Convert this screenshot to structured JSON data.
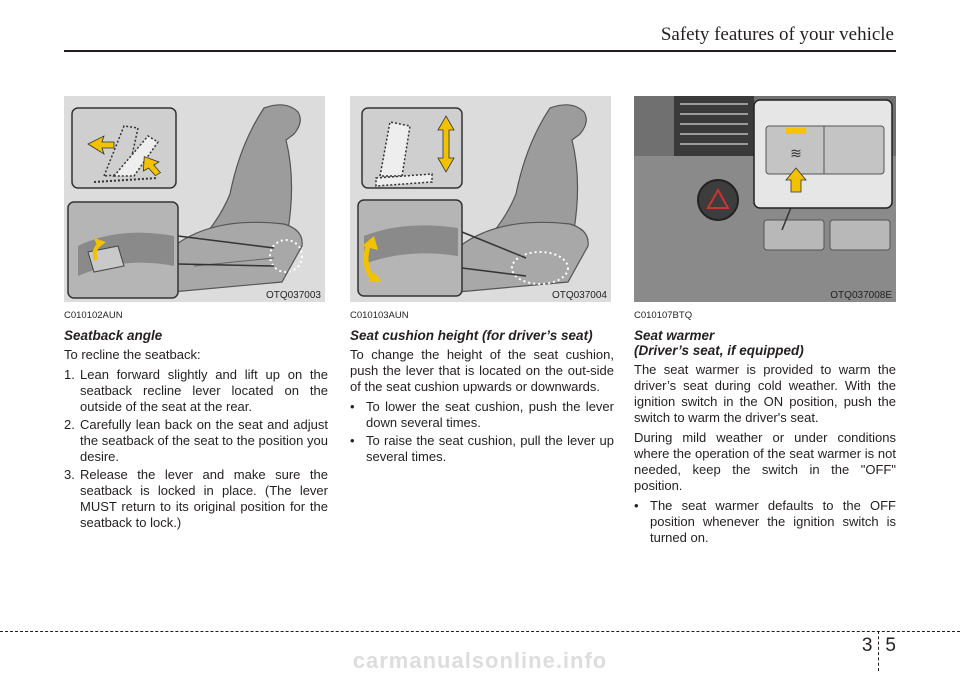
{
  "header": {
    "title": "Safety features of your vehicle"
  },
  "figures": [
    {
      "code": "OTQ037003"
    },
    {
      "code": "OTQ037004"
    },
    {
      "code": "OTQ037008E"
    }
  ],
  "columns": [
    {
      "ref": "C010102AUN",
      "heading": "Seatback angle",
      "intro": "To recline the seatback:",
      "items": [
        {
          "marker": "1.",
          "text": "Lean forward slightly and lift up on the seatback recline lever located on the outside of the seat at the rear."
        },
        {
          "marker": "2.",
          "text": "Carefully lean back on the seat and adjust the seatback of the seat to the position you desire."
        },
        {
          "marker": "3.",
          "text": "Release the lever and make sure the seatback is locked in place. (The lever MUST return to its original position for the seatback to lock.)"
        }
      ]
    },
    {
      "ref": "C010103AUN",
      "heading": "Seat cushion height (for driver’s seat)",
      "intro": "To change the height of the seat cushion, push the lever that is located on the out-side of the seat cushion upwards or downwards.",
      "items": [
        {
          "marker": "•",
          "text": "To lower the seat cushion, push the lever down several times."
        },
        {
          "marker": "•",
          "text": "To raise the seat cushion, pull the lever up several times."
        }
      ]
    },
    {
      "ref": "C010107BTQ",
      "heading_line1": "Seat warmer",
      "heading_line2": "(Driver’s seat, if equipped)",
      "para1": "The seat warmer is provided to warm the driver’s seat during cold weather. With the ignition switch in the ON position, push the switch to warm the driver's seat.",
      "para2": "During mild weather or under conditions where the operation of the seat warmer is not needed, keep the switch in the \"OFF\" position.",
      "items": [
        {
          "marker": "•",
          "text": "The seat warmer defaults to the OFF position whenever the ignition switch is turned on."
        }
      ]
    }
  ],
  "page": {
    "chapter": "3",
    "number": "5"
  },
  "watermark": "carmanualsonline.info",
  "colors": {
    "arrow": "#f2c200",
    "text": "#231f20",
    "figure_bg": "#d9d9d9"
  }
}
